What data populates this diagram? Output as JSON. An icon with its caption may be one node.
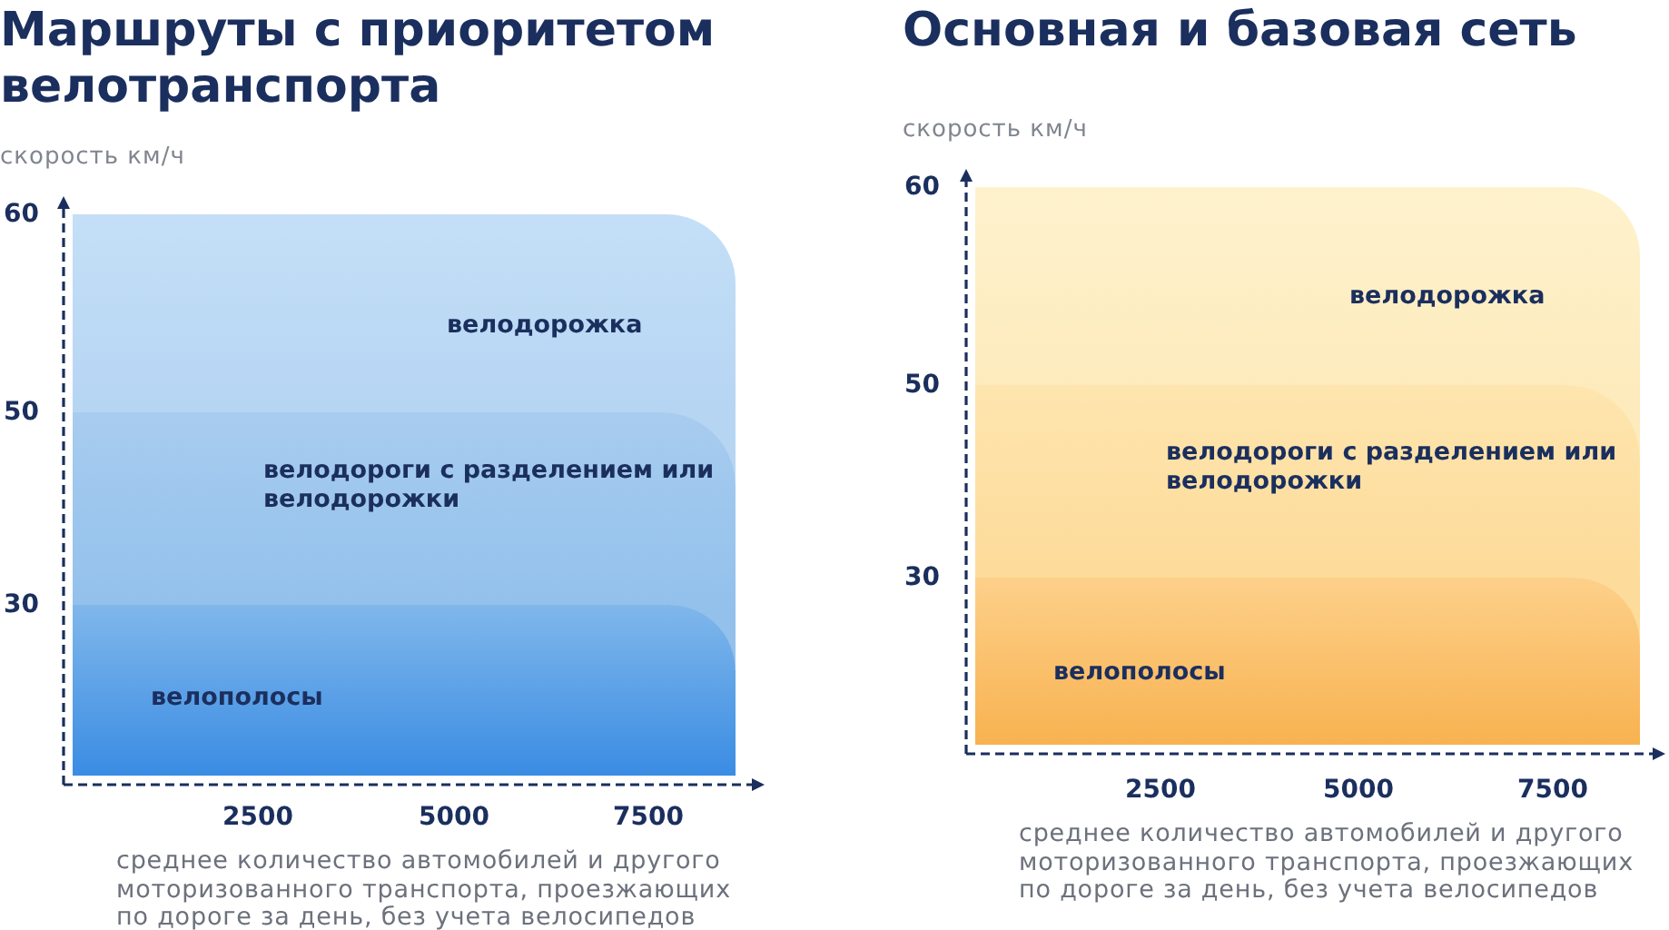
{
  "diagram": {
    "nodes": [
      {
        "text": [
          "велодорожка"
        ]
      },
      {
        "text": [
          "велодороги с разделением или велодорожки"
        ]
      },
      {
        "text": [
          "велополосы"
        ]
      },
      {
        "text": [
          "велодорожка"
        ]
      },
      {
        "text": [
          "велодороги с разделением или велодорожки"
        ]
      },
      {
        "text": [
          "велополосы"
        ]
      }
    ],
    "edges": [],
    "labels": [
      "Маршруты с приоритетом велотранспорта",
      "скорость км/ч",
      "60",
      "50",
      "30",
      "2500",
      "5000",
      "7500",
      "среднее количество автомобилей и другого моторизованного транспорта, проезжающих по дороге за день, без учета велосипедов",
      "Основная и базовая сеть",
      "скорость км/ч",
      "60",
      "50",
      "30",
      "2500",
      "5000",
      "7500",
      "среднее количество автомобилей и другого моторизованного транспорта, проезжающих по дороге за день, без учета велосипедов"
    ]
  }
}
